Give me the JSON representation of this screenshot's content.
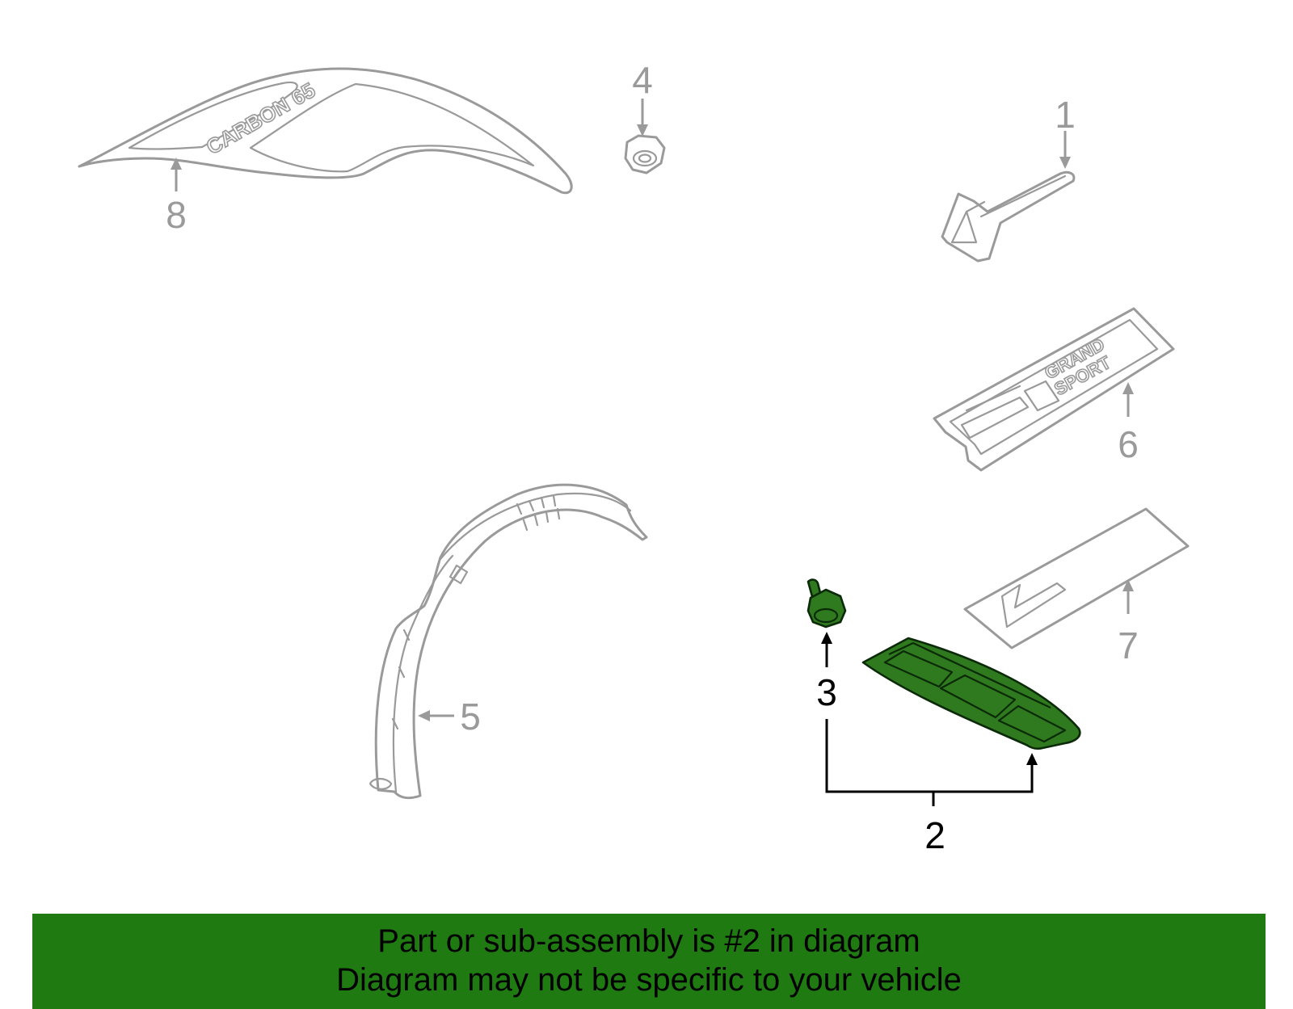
{
  "callouts": [
    {
      "id": "1",
      "name": "callout-1"
    },
    {
      "id": "2",
      "name": "callout-2"
    },
    {
      "id": "3",
      "name": "callout-3"
    },
    {
      "id": "4",
      "name": "callout-4"
    },
    {
      "id": "5",
      "name": "callout-5"
    },
    {
      "id": "6",
      "name": "callout-6"
    },
    {
      "id": "7",
      "name": "callout-7"
    },
    {
      "id": "8",
      "name": "callout-8"
    }
  ],
  "emblem_text": {
    "part8": "CARBON 65",
    "part6_line1": "GRAND",
    "part6_line2": "SPORT"
  },
  "highlighted_part": "2",
  "colors": {
    "banner": "#1f7a12",
    "highlight_fill": "#2f7a1e",
    "line_gray": "#9a9a9a"
  },
  "banner": {
    "line1": "Part or sub-assembly is #2 in diagram",
    "line2": "Diagram may not be specific to your vehicle"
  }
}
